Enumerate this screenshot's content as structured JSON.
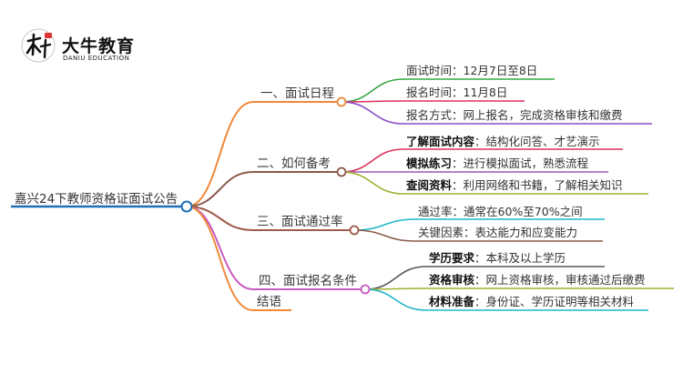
{
  "logo": {
    "title": "大牛教育",
    "subtitle": "DANIU EDUCATION"
  },
  "root": {
    "label": "嘉兴24下教师资格证面试公告",
    "color": "#1f6fb5"
  },
  "branches": [
    {
      "label": "一、面试日程",
      "color": "#f0883a",
      "leaves": [
        {
          "key": "",
          "value": "面试时间：12月7日至8日",
          "color": "#39a845"
        },
        {
          "key": "",
          "value": "报名时间：11月8日",
          "color": "#e0305a"
        },
        {
          "key": "",
          "value": "报名方式：网上报名，完成资格审核和缴费",
          "color": "#8a4fc8"
        }
      ]
    },
    {
      "label": "二、如何备考",
      "color": "#8a5a4a",
      "leaves": [
        {
          "key": "了解面试内容",
          "value": "：结构化问答、才艺演示",
          "color": "#e0305a"
        },
        {
          "key": "模拟练习",
          "value": "：进行模拟面试，熟悉流程",
          "color": "#9b59b6"
        },
        {
          "key": "查阅资料",
          "value": "：利用网络和书籍，了解相关知识",
          "color": "#a0b030"
        }
      ]
    },
    {
      "label": "三、面试通过率",
      "color": "#a05a4a",
      "leaves": [
        {
          "key": "",
          "value": "通过率：通常在60%至70%之间",
          "color": "#1fb5c8"
        },
        {
          "key": "",
          "value": "关键因素：表达能力和应变能力",
          "color": "#8a5a4a"
        }
      ]
    },
    {
      "label": "四、面试报名条件",
      "color": "#c85ac0",
      "leaves": [
        {
          "key": "学历要求",
          "value": "：本科及以上学历",
          "color": "#555555"
        },
        {
          "key": "资格审核",
          "value": "：网上资格审核，审核通过后缴费",
          "color": "#a0b030"
        },
        {
          "key": "材料准备",
          "value": "：身份证、学历证明等相关材料",
          "color": "#1fb5c8"
        }
      ]
    },
    {
      "label": "结语",
      "color": "#f0883a",
      "leaves": []
    }
  ]
}
